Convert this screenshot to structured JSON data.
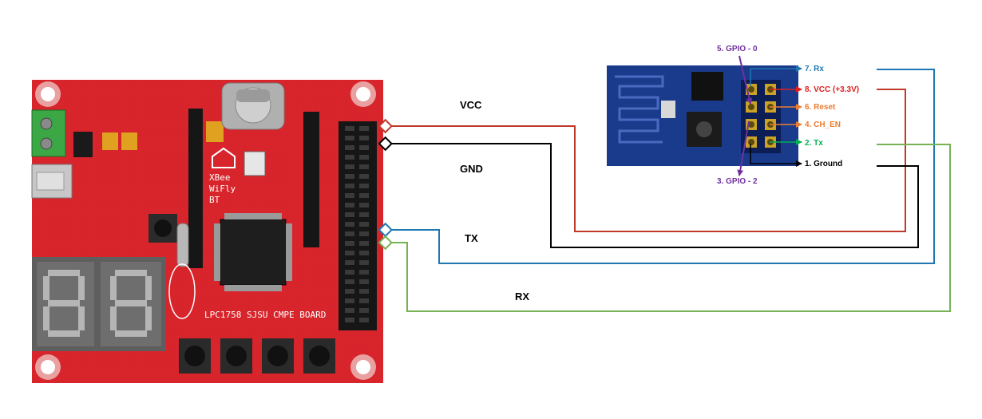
{
  "board": {
    "name": "LPC1758 SJSU CMPE BOARD",
    "xbee_lines": [
      "XBee",
      "WiFly",
      "BT"
    ]
  },
  "wires": [
    {
      "label": "VCC",
      "color": "#c0392b"
    },
    {
      "label": "GND",
      "color": "#000000"
    },
    {
      "label": "TX",
      "color": "#1f77b4"
    },
    {
      "label": "RX",
      "color": "#77b255"
    }
  ],
  "module": {
    "pins": {
      "gpio0": {
        "text": "5. GPIO - 0",
        "color": "#7030a0"
      },
      "gpio2": {
        "text": "3. GPIO - 2",
        "color": "#7030a0"
      },
      "rx": {
        "text": "7. Rx",
        "color": "#1f77b4"
      },
      "vcc": {
        "text": "8. VCC (+3.3V)",
        "color": "#e02020"
      },
      "reset": {
        "text": "6. Reset",
        "color": "#ed7d31"
      },
      "ch_en": {
        "text": "4. CH_EN",
        "color": "#ed7d31"
      },
      "tx": {
        "text": "2. Tx",
        "color": "#00b050"
      },
      "ground": {
        "text": "1. Ground",
        "color": "#000000"
      }
    }
  }
}
